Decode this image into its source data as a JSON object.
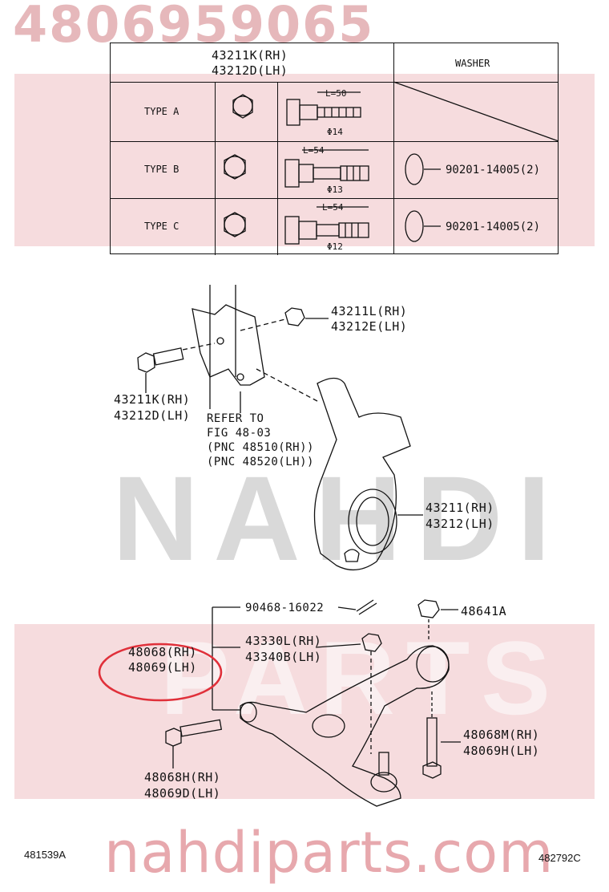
{
  "watermark": {
    "part_number": "4806959065",
    "word": "NAHDI",
    "parts": "PARTS",
    "site": "nahdiparts.com"
  },
  "table": {
    "header_bolt_rh": "43211K(RH)",
    "header_bolt_lh": "43212D(LH)",
    "header_washer": "WASHER",
    "rows": [
      {
        "type": "TYPE A",
        "length": "L=50",
        "dia": "Φ14",
        "washer": ""
      },
      {
        "type": "TYPE B",
        "length": "L=54",
        "dia": "Φ13",
        "washer": "90201-14005(2)"
      },
      {
        "type": "TYPE C",
        "length": "L=54",
        "dia": "Φ12",
        "washer": "90201-14005(2)"
      }
    ]
  },
  "labels": {
    "nut_rh": "43211L(RH)",
    "nut_lh": "43212E(LH)",
    "bolt_rh": "43211K(RH)",
    "bolt_lh": "43212D(LH)",
    "refer_1": "REFER TO",
    "refer_2": "FIG 48-03",
    "refer_3": "(PNC 48510(RH))",
    "refer_4": "(PNC 48520(LH))",
    "knuckle_rh": "43211(RH)",
    "knuckle_lh": "43212(LH)",
    "cotter_pin": "90468-16022",
    "nut_48641": "48641A",
    "arm_rh": "48068(RH)",
    "arm_lh": "48069(LH)",
    "balljoint_rh": "43330L(RH)",
    "balljoint_lh": "43340B(LH)",
    "rear_bolt_rh": "48068M(RH)",
    "rear_bolt_lh": "48069H(LH)",
    "front_bolt_rh": "48068H(RH)",
    "front_bolt_lh": "48069D(LH)"
  },
  "footer": {
    "left_code": "481539A",
    "right_code": "482792C"
  },
  "highlight_color": "#e0303a"
}
